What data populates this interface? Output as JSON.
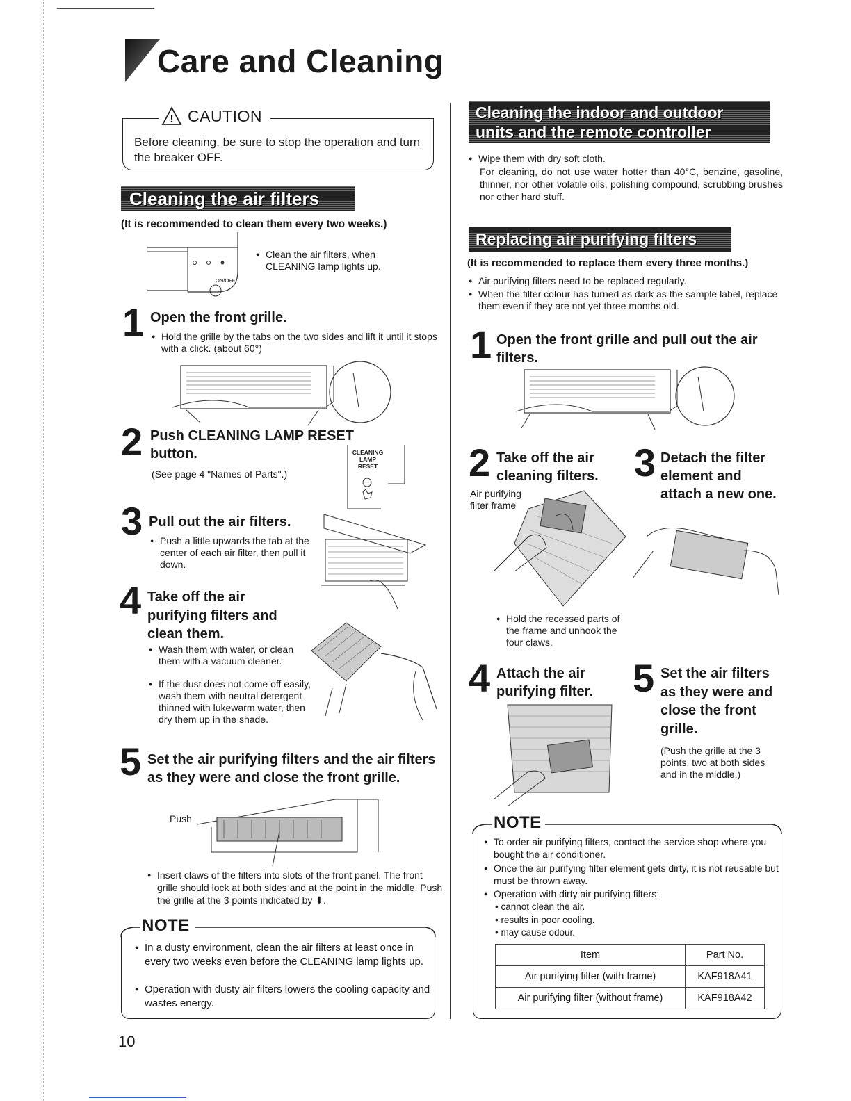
{
  "page_title": "Care and Cleaning",
  "caution": {
    "title": "CAUTION",
    "text": "Before cleaning, be sure to stop the operation and turn the breaker OFF."
  },
  "air_filters": {
    "banner": "Cleaning the air filters",
    "recommend": "(It is recommended to clean them every two weeks.)",
    "lamp_label": "ON/OFF",
    "lamp_note": "Clean the air filters, when CLEANING lamp lights up.",
    "steps": [
      {
        "num": "1",
        "title": "Open the front grille.",
        "bullets": [
          "Hold the grille by the tabs on the two sides and lift it until it stops with a click. (about 60°)"
        ]
      },
      {
        "num": "2",
        "title": "Push CLEANING LAMP RESET button.",
        "sub": "(See page 4 \"Names of Parts\".)",
        "reset_label": [
          "CLEANING",
          "LAMP",
          "RESET"
        ]
      },
      {
        "num": "3",
        "title": "Pull out the air filters.",
        "bullets": [
          "Push a little upwards the tab at the center of each air filter, then pull it down."
        ]
      },
      {
        "num": "4",
        "title": "Take off the air purifying filters and clean them.",
        "bullets": [
          "Wash them with water, or clean them with a vacuum cleaner.",
          "If the dust does not come off easily, wash them with neutral detergent thinned with lukewarm water, then dry them up in the shade."
        ]
      },
      {
        "num": "5",
        "title": "Set the air purifying filters and the air filters as they were and close the front grille.",
        "push_label": "Push",
        "bullets": [
          "Insert claws of the filters into slots of the front panel. The front grille should lock at both sides and at the point in the middle. Push the grille at the 3 points indicated by ⬇."
        ]
      }
    ],
    "note": {
      "title": "NOTE",
      "bullets": [
        "In a dusty environment, clean the air filters at least once in every two weeks even before the CLEANING lamp lights up.",
        "Operation with dusty air filters lowers the cooling capacity and wastes energy."
      ]
    }
  },
  "units": {
    "banner_line1": "Cleaning the indoor and outdoor",
    "banner_line2": "units and the remote controller",
    "bullet": "Wipe them with dry soft cloth.",
    "text": "For cleaning, do not use water hotter than 40°C, benzine, gasoline, thinner, nor other volatile oils, polishing compound, scrubbing brushes nor other hard stuff."
  },
  "purify": {
    "banner": "Replacing air purifying filters",
    "recommend": "(It is recommended to replace them every three months.)",
    "bullets": [
      "Air purifying filters need to be replaced regularly.",
      "When the filter colour has turned as dark as the sample label, replace them even if they are not yet three months old."
    ],
    "steps": [
      {
        "num": "1",
        "title": "Open the front grille and pull out the air filters."
      },
      {
        "num": "2",
        "title": "Take off the air cleaning filters.",
        "frame_label": "Air purifying filter frame",
        "bullets": [
          "Hold the recessed parts of the frame and unhook the four claws."
        ]
      },
      {
        "num": "3",
        "title": "Detach the filter element and attach a new one."
      },
      {
        "num": "4",
        "title": "Attach the air purifying filter."
      },
      {
        "num": "5",
        "title": "Set the air filters as they were and close the front grille.",
        "sub": "(Push the grille at the 3 points, two at both sides and in the middle.)"
      }
    ],
    "note": {
      "title": "NOTE",
      "bullets": [
        "To order air purifying filters, contact the service shop where you bought the air conditioner.",
        "Once the air purifying filter element gets dirty, it is not reusable but must be thrown away.",
        "Operation with dirty air purifying filters:"
      ],
      "sub_bullets": [
        "• cannot clean the air.",
        "• results in poor cooling.",
        "• may cause odour."
      ]
    },
    "table": {
      "headers": [
        "Item",
        "Part No."
      ],
      "rows": [
        [
          "Air purifying filter (with frame)",
          "KAF918A41"
        ],
        [
          "Air purifying filter (without frame)",
          "KAF918A42"
        ]
      ]
    }
  },
  "page_number": "10"
}
